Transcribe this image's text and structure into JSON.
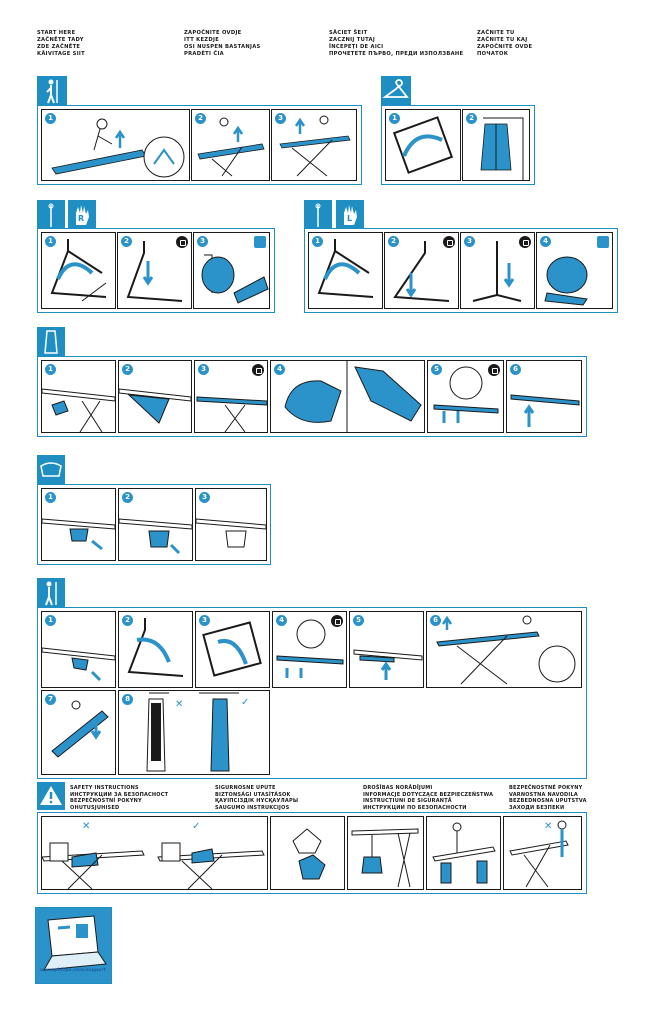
{
  "header": {
    "col1": [
      "START HERE",
      "ZAČNĚTE TADY",
      "ZDE ZAČNĚTE",
      "KÄIVITAGE SIIT"
    ],
    "col2": [
      "ZAPOČNITE OVDJE",
      "ITT KEZDJE",
      "OSI NUSPEN BASTANJAS",
      "PRADĖTI ČIA"
    ],
    "col3": [
      "SĀCIET ŠEIT",
      "ZACZNIJ TUTAJ",
      "ÎNCEPEȚI DE AICI",
      "ПРОЧЕТЕТЕ ПЪРВО, ПРЕДИ ИЗПОЛЗВАНЕ"
    ],
    "col4": [
      "ZAČNITE TU",
      "ZAČNITE TU KAJ",
      "ZAPOČNITE OVDE",
      "ПОЧАТОК"
    ]
  },
  "steps": {
    "n1": "1",
    "n2": "2",
    "n3": "3",
    "n4": "4",
    "n5": "5",
    "n6": "6",
    "n7": "7",
    "n8": "8"
  },
  "tabs": {
    "setup": "setup-person-icon",
    "hanger": "hanger-icon",
    "right_hand": "R",
    "left_hand": "L",
    "fold": "folded-board-icon",
    "tray": "tray-icon",
    "storage": "storage-icon",
    "warning": "!"
  },
  "safety": {
    "col1": [
      "SAFETY INSTRUCTIONS",
      "ИНСТРУКЦИИ ЗА БЕЗОПАСНОСТ",
      "BEZPEČNOSTNÍ POKYNY",
      "OHUTUSJUHISED"
    ],
    "col2": [
      "SIGURNOSNE UPUTE",
      "BIZTONSÁGI UTASÍTÁSOK",
      "ҚАУІПСІЗДІК НҰСҚАУЛАРЫ",
      "SAUGUMO INSTRUKCIJOS"
    ],
    "col3": [
      "DROŠĪBAS NORĀDĪJUMI",
      "INFORMACJE DOTYCZĄCE BEZPIECZEŃSTWA",
      "INSTRUCȚIUNI DE SIGURANȚĂ",
      "ИНСТРУКЦИИ ПО БЕЗОПАСНОСТИ"
    ],
    "col4": [
      "BEZPEČNOSTNÉ POKYNY",
      "VARNOSTNA NAVODILA",
      "BEZBEDNOSNA UPUTSTVA",
      "ЗАХОДИ БЕЗПЕКИ"
    ]
  },
  "footer": {
    "url": "www.philips.com/support"
  },
  "colors": {
    "accent": "#1f8fc3",
    "fill": "#2b93c9",
    "line": "#1a1a1a"
  }
}
